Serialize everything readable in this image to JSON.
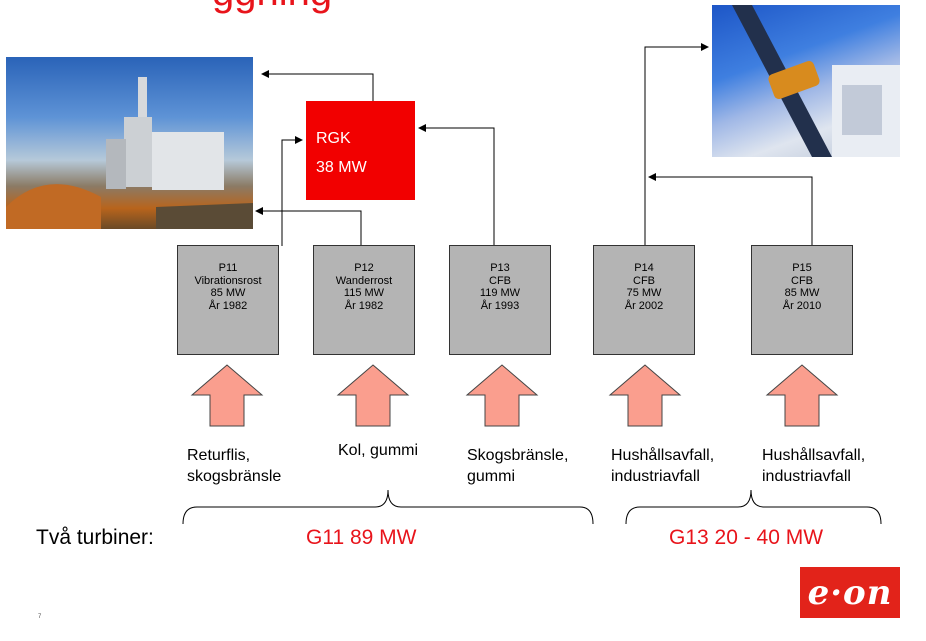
{
  "title_fragment": "ggning",
  "rgk": {
    "line1": "RGK",
    "line2": "38 MW",
    "color": "#f20000"
  },
  "plants": [
    {
      "id": "P11",
      "type": "Vibrationsrost",
      "power": "85 MW",
      "year": "År 1982"
    },
    {
      "id": "P12",
      "type": "Wanderrost",
      "power": "115 MW",
      "year": "År 1982"
    },
    {
      "id": "P13",
      "type": "CFB",
      "power": "119 MW",
      "year": "År 1993"
    },
    {
      "id": "P14",
      "type": "CFB",
      "power": "75 MW",
      "year": "År 2002"
    },
    {
      "id": "P15",
      "type": "CFB",
      "power": "85 MW",
      "year": "År 2010"
    }
  ],
  "fuels": [
    {
      "line1": "Returflis,",
      "line2": "skogsbränsle"
    },
    {
      "line1": "Kol, gummi",
      "line2": ""
    },
    {
      "line1": "Skogsbränsle,",
      "line2": "gummi"
    },
    {
      "line1": "Hushållsavfall,",
      "line2": "industriavfall"
    },
    {
      "line1": "Hushållsavfall,",
      "line2": "industriavfall"
    }
  ],
  "turbines": {
    "label": "Två turbiner:",
    "g11": "G11 89 MW",
    "g13": "G13 20 - 40 MW"
  },
  "slide_number": "7",
  "logo": {
    "text": "e·on",
    "color": "#e2231a"
  },
  "colors": {
    "accent_red": "#e8141b",
    "arrow_fill": "#fa9e8e",
    "box_gray": "#b4b4b4"
  }
}
